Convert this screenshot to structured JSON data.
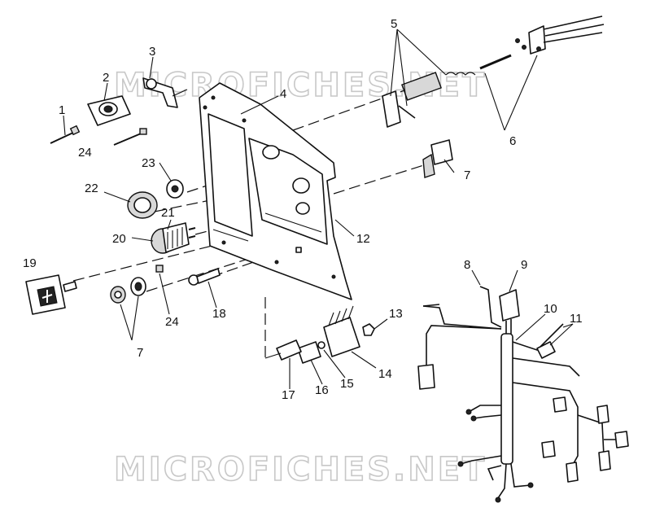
{
  "watermark": "MICROFICHES.NET",
  "callouts": {
    "c1": "1",
    "c2": "2",
    "c3": "3",
    "c4": "4",
    "c5": "5",
    "c6": "6",
    "c7a": "7",
    "c7b": "7",
    "c8": "8",
    "c9": "9",
    "c10": "10",
    "c11": "11",
    "c12": "12",
    "c13": "13",
    "c14": "14",
    "c15": "15",
    "c16": "16",
    "c17": "17",
    "c18": "18",
    "c19": "19",
    "c20": "20",
    "c21": "21",
    "c22": "22",
    "c23": "23",
    "c24a": "24",
    "c24b": "24"
  }
}
